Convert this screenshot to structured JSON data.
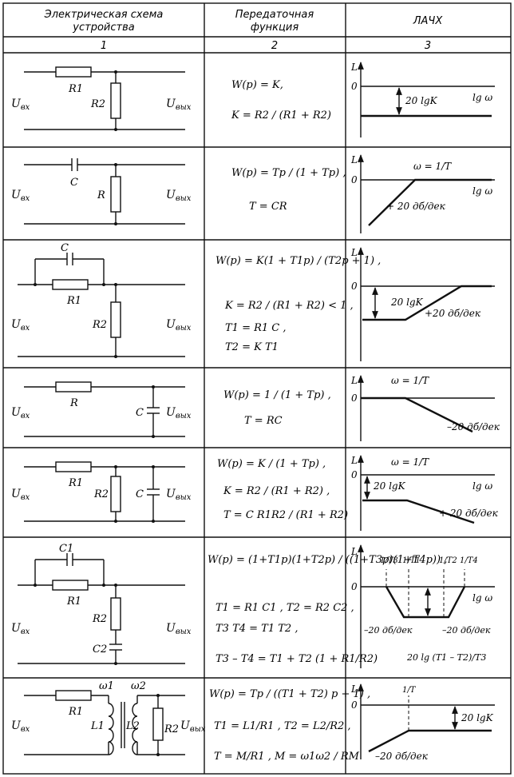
{
  "header": {
    "col1": [
      "Электрическая схема",
      "устройства"
    ],
    "col2": [
      "Передаточная",
      "функция"
    ],
    "col3": "ЛАЧХ",
    "num1": "1",
    "num2": "2",
    "num3": "3"
  },
  "labels": {
    "uin": "U",
    "uin_sub": "вх",
    "uout": "U",
    "uout_sub": "вых",
    "L": "L",
    "zero": "0",
    "lgw": "lg ω"
  },
  "rows": [
    {
      "components": [
        "R1",
        "R2"
      ],
      "formulas": [
        "W(p) = K,",
        "K = R2 / (R1 + R2)"
      ],
      "lachx": [
        "20 lgK"
      ]
    },
    {
      "components": [
        "C",
        "R"
      ],
      "formulas": [
        "W(p) = Tp / (1 + Tp) ,",
        "T = CR"
      ],
      "lachx": [
        "ω = 1/T",
        "+ 20 дб/дек"
      ]
    },
    {
      "components": [
        "C",
        "R1",
        "R2"
      ],
      "formulas": [
        "W(p) = K(1 + T1p) / (T2p + 1) ,",
        "K = R2 / (R1 + R2) < 1 ,",
        "T1 = R1 C ,",
        "T2 = K T1"
      ],
      "lachx": [
        "20 lgK",
        "+20 дб/дек"
      ]
    },
    {
      "components": [
        "R",
        "C"
      ],
      "formulas": [
        "W(p) = 1 / (1 + Tp) ,",
        "T = RC"
      ],
      "lachx": [
        "ω = 1/T",
        "–20 дб/дек"
      ]
    },
    {
      "components": [
        "R1",
        "R2",
        "C"
      ],
      "formulas": [
        "W(p) = K / (1 + Tp) ,",
        "K = R2 / (R1 + R2) ,",
        "T = C R1R2 / (R1 + R2)"
      ],
      "lachx": [
        "ω = 1/T",
        "20 lgK",
        "+ 20 дб/дек"
      ]
    },
    {
      "components": [
        "C1",
        "R1",
        "R2",
        "C2"
      ],
      "formulas": [
        "W(p) = (1+T1p)(1+T2p) / ((1+T3p)(1+T4p)) ,",
        "T1 = R1 C1 ,  T2 = R2 C2 ,",
        "T3 T4 = T1 T2 ,",
        "T3 – T4 = T1 + T2 (1 + R1/R2)"
      ],
      "lachx": [
        "1/T3",
        "1/T1",
        "1/T2",
        "1/T4",
        "–20 дб/дек",
        "–20 дб/дек",
        "20 lg (T1 – T2)/T3"
      ]
    },
    {
      "components": [
        "R1",
        "ω1",
        "ω2",
        "L1",
        "L2",
        "R2"
      ],
      "formulas": [
        "W(p) = Tp / ((T1 + T2) p + 1) ,",
        "T1 = L1/R1 ,  T2 = L2/R2 ,",
        "T = M/R1 ,  M = ω1ω2 / RM"
      ],
      "lachx": [
        "1/T",
        "20 lgK",
        "–20 дб/дек"
      ]
    }
  ]
}
